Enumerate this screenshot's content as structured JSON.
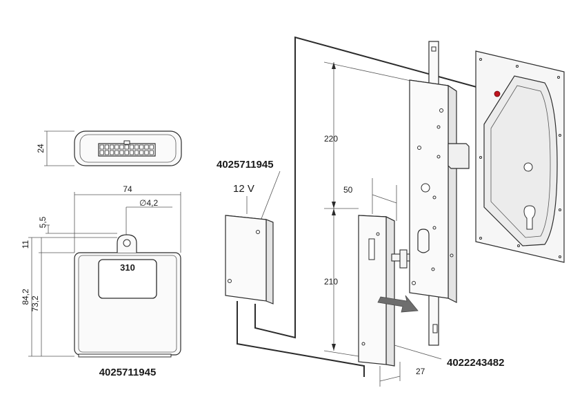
{
  "front_view": {
    "height_label": "24"
  },
  "top_view": {
    "width_label": "74",
    "hole_label": "∅4,2",
    "dim_5_5": "5,5",
    "dim_11": "11",
    "dim_84_2": "84,2",
    "dim_73_2": "73,2",
    "model_label": "310",
    "part_code": "4025711945"
  },
  "power_supply": {
    "code_label": "4025711945",
    "voltage_label": "12 V"
  },
  "lock": {
    "dim_220": "220",
    "dim_210": "210",
    "dim_50": "50",
    "dim_27": "27",
    "strike_code": "4022243482"
  },
  "colors": {
    "line": "#2b2b2b",
    "fill": "#f2f2f2",
    "marker_red": "#c0151f",
    "arrow_gray": "#6e6e6e"
  }
}
